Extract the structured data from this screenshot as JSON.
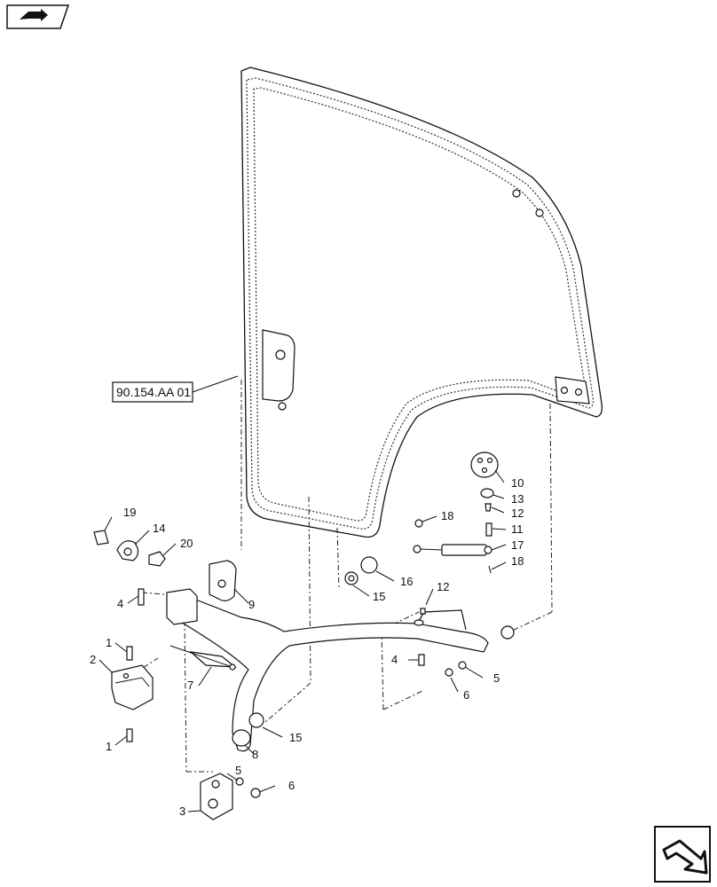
{
  "reference_label": "90.154.AA 01",
  "icons": {
    "top_left": "book-arrow-icon",
    "bottom_right": "next-page-arrow-icon"
  },
  "callouts": {
    "c1a": "1",
    "c1b": "1",
    "c2": "2",
    "c3": "3",
    "c4a": "4",
    "c4b": "4",
    "c5a": "5",
    "c5b": "5",
    "c6a": "6",
    "c6b": "6",
    "c7": "7",
    "c8": "8",
    "c9": "9",
    "c10": "10",
    "c11": "11",
    "c12a": "12",
    "c12b": "12",
    "c13": "13",
    "c14": "14",
    "c15a": "15",
    "c15b": "15",
    "c16": "16",
    "c17": "17",
    "c18a": "18",
    "c18b": "18",
    "c19": "19",
    "c20": "20"
  }
}
